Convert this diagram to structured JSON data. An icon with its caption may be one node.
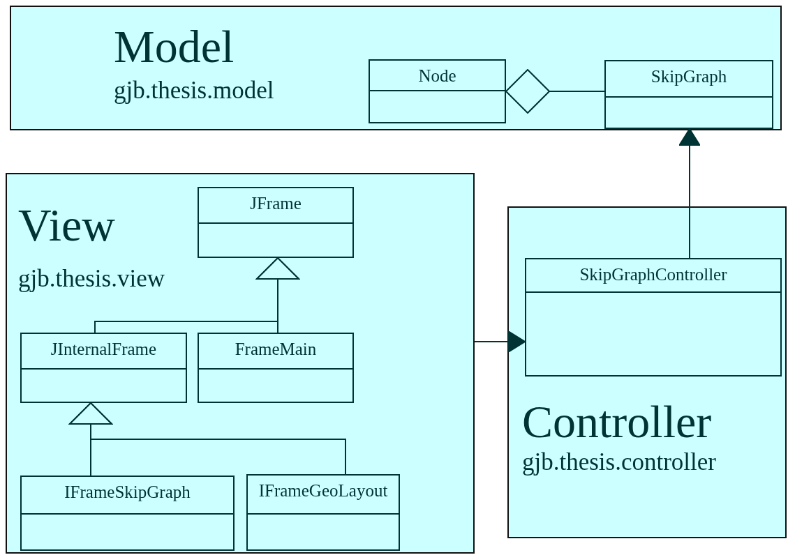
{
  "diagram": {
    "nodes": [
      {
        "text": [
          "Model",
          "gjb.thesis.model"
        ]
      },
      {
        "text": [
          "Node"
        ],
        "in": 0
      },
      {
        "text": [
          "SkipGraph"
        ],
        "in": 0
      },
      {
        "text": [
          "View",
          "gjb.thesis.view"
        ]
      },
      {
        "text": [
          "JFrame"
        ],
        "in": 3
      },
      {
        "text": [
          "JInternalFrame"
        ],
        "in": 3
      },
      {
        "text": [
          "FrameMain"
        ],
        "in": 3
      },
      {
        "text": [
          "IFrameSkipGraph"
        ],
        "in": 3
      },
      {
        "text": [
          "IFrameGeoLayout"
        ],
        "in": 3
      },
      {
        "text": [
          "Controller",
          "gjb.thesis.controller"
        ]
      },
      {
        "text": [
          "SkipGraphController"
        ],
        "in": 9
      }
    ],
    "edges": [
      {
        "from": 1,
        "to": 2,
        "arrow": "other"
      },
      {
        "from": 10,
        "to": 2,
        "arrow": "to"
      },
      {
        "from": 3,
        "to": 10,
        "arrow": "to"
      },
      {
        "from": 5,
        "to": 4,
        "arrow": "to"
      },
      {
        "from": 6,
        "to": 4,
        "arrow": "to"
      },
      {
        "from": 7,
        "to": 5,
        "arrow": "to"
      },
      {
        "from": 8,
        "to": 5,
        "arrow": "to"
      }
    ]
  }
}
